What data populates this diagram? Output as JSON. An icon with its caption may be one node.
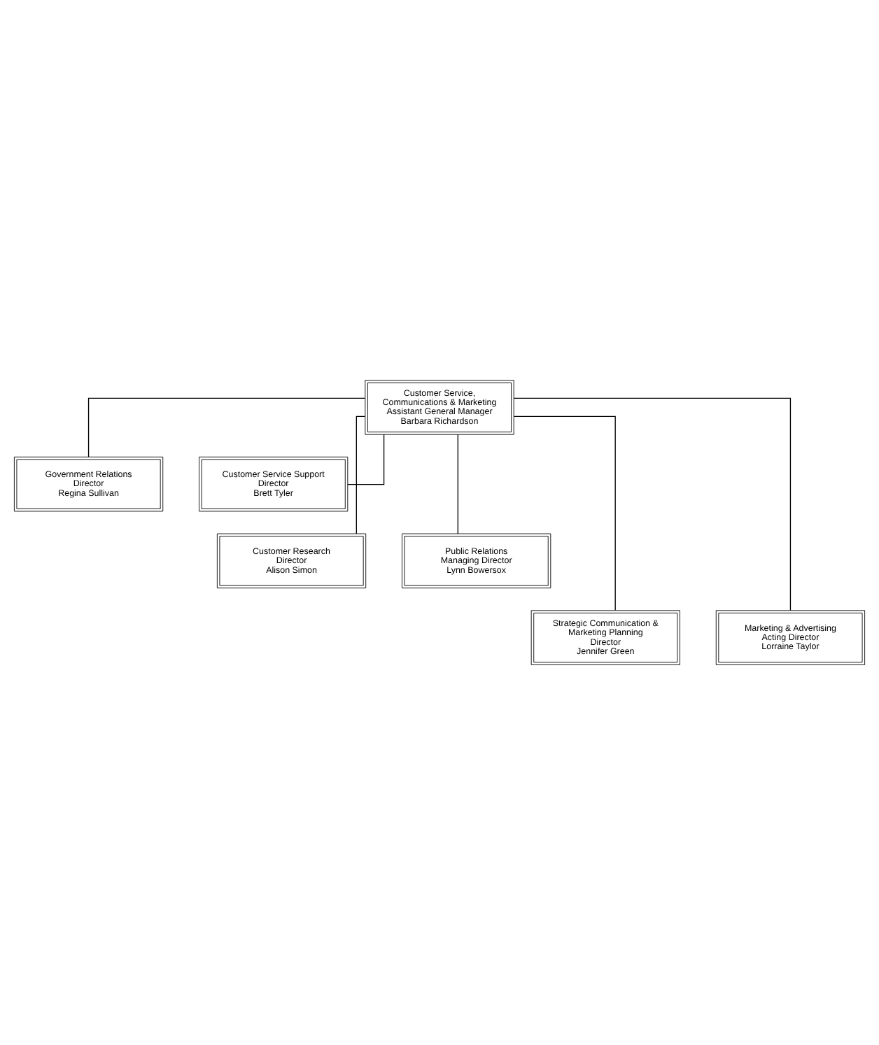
{
  "diagram": {
    "nodes": [
      {
        "text": [
          "Customer Service, Communications & Marketing",
          "Assistant General Manager",
          "Barbara Richardson"
        ]
      },
      {
        "text": [
          "Government Relations",
          "Director",
          "Regina Sullivan"
        ]
      },
      {
        "text": [
          "Customer Service Support",
          "Director",
          "Brett Tyler"
        ]
      },
      {
        "text": [
          "Customer Research",
          "Director",
          "Alison Simon"
        ]
      },
      {
        "text": [
          "Public Relations",
          "Managing Director",
          "Lynn Bowersox"
        ]
      },
      {
        "text": [
          "Strategic Communication & Marketing Planning",
          "Director",
          "Jennifer Green"
        ]
      },
      {
        "text": [
          "Marketing & Advertising",
          "Acting Director",
          "Lorraine Taylor"
        ]
      }
    ],
    "edges": [
      {
        "from": 0,
        "to": 1,
        "arrow": "none"
      },
      {
        "from": 0,
        "to": 2,
        "arrow": "none"
      },
      {
        "from": 0,
        "to": 3,
        "arrow": "none"
      },
      {
        "from": 0,
        "to": 4,
        "arrow": "none"
      },
      {
        "from": 0,
        "to": 5,
        "arrow": "none"
      },
      {
        "from": 0,
        "to": 6,
        "arrow": "none"
      }
    ]
  }
}
